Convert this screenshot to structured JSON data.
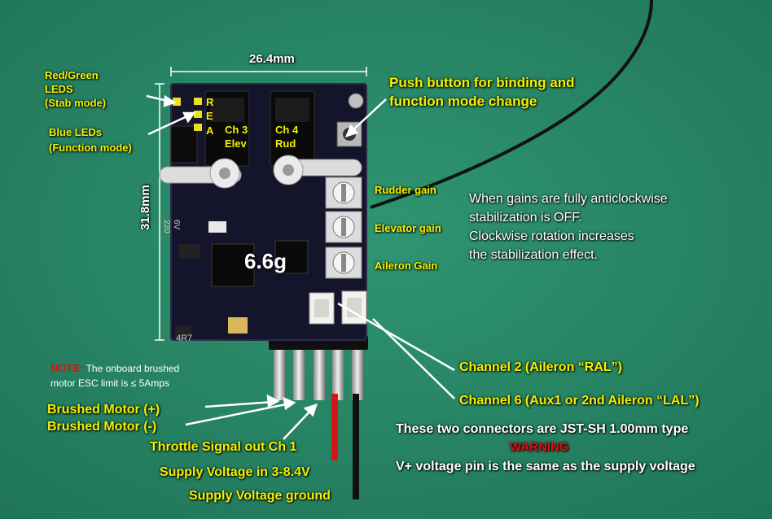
{
  "labels": {
    "width_dim": "26.4mm",
    "height_dim": "31.8mm",
    "led_red_green_line1": "Red/Green",
    "led_red_green_line2": "LEDS",
    "led_red_green_line3": "(Stab mode)",
    "led_blue_line1": "Blue LEDs",
    "led_blue_line2": "(Function mode)",
    "led_letter_r": "R",
    "led_letter_e": "E",
    "led_letter_a": "A",
    "ch3_line1": "Ch 3",
    "ch3_line2": "Elev",
    "ch4_line1": "Ch 4",
    "ch4_line2": "Rud",
    "push_button_line1": "Push button for binding and",
    "push_button_line2": "function mode change",
    "rudder_gain": "Rudder gain",
    "elevator_gain": "Elevator gain",
    "aileron_gain": "Aileron Gain",
    "gains_note_line1": "When gains are fully anticlockwise",
    "gains_note_line2": "stabilization is OFF.",
    "gains_note_line3": "Clockwise rotation increases",
    "gains_note_line4": "the stabilization effect.",
    "weight": "6.6g",
    "note_label": "NOTE:",
    "note_text_line1": " The onboard brushed",
    "note_text_line2": "motor ESC limit is ≤ 5Amps",
    "motor_plus": "Brushed Motor (+)",
    "motor_minus": "Brushed Motor (-)",
    "throttle": "Throttle Signal out Ch 1",
    "supply_voltage": "Supply Voltage in 3-8.4V",
    "supply_ground": "Supply Voltage ground",
    "channel2": "Channel 2 (Aileron “RAL”)",
    "channel6": "Channel 6 (Aux1 or 2nd Aileron “LAL”)",
    "jst_note": "These two connectors are JST-SH 1.00mm type",
    "warning": "WARNING",
    "vplus_note": "V+ voltage pin is the same as the supply voltage",
    "silk_220": "220",
    "silk_6v": "6V",
    "silk_4r7": "4R7"
  },
  "colors": {
    "background": "#2a8a68",
    "callout_text": "#f2f200",
    "note_red": "#e01010",
    "pcb": "#14142a"
  }
}
